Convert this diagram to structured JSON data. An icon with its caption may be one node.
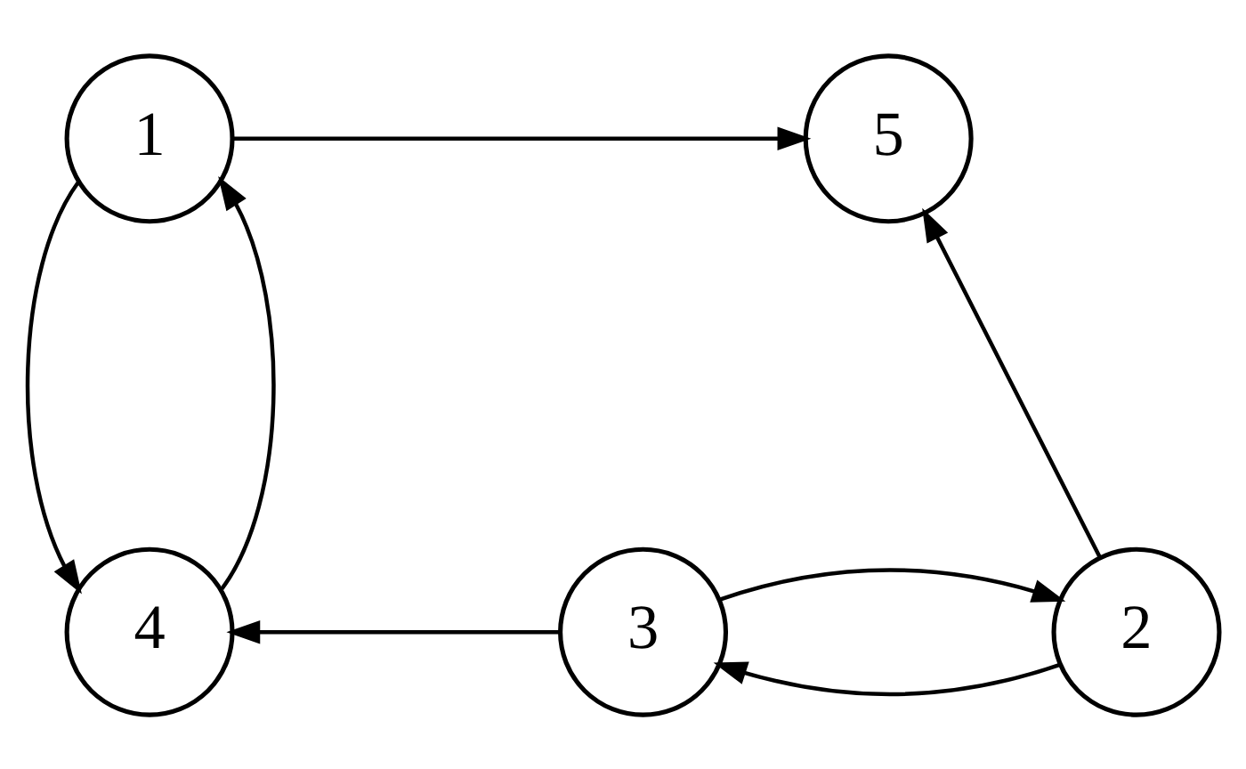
{
  "diagram": {
    "nodes": [
      {
        "text": [
          "1"
        ]
      },
      {
        "text": [
          "5"
        ]
      },
      {
        "text": [
          "4"
        ]
      },
      {
        "text": [
          "3"
        ]
      },
      {
        "text": [
          "2"
        ]
      }
    ],
    "edges": [
      {
        "from": 0,
        "to": 1,
        "arrow": "to"
      },
      {
        "from": 0,
        "to": 2,
        "arrow": "to"
      },
      {
        "from": 2,
        "to": 0,
        "arrow": "to"
      },
      {
        "from": 4,
        "to": 1,
        "arrow": "to"
      },
      {
        "from": 4,
        "to": 3,
        "arrow": "to"
      },
      {
        "from": 3,
        "to": 4,
        "arrow": "to"
      },
      {
        "from": 3,
        "to": 2,
        "arrow": "to"
      }
    ]
  }
}
